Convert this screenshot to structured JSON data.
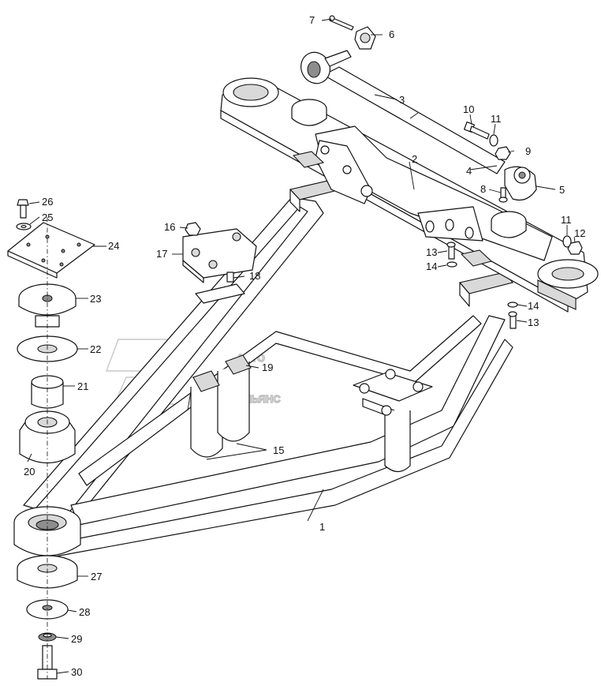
{
  "watermark": {
    "line1": "АВТО",
    "line2": "АЛЬЯНС"
  },
  "callouts": [
    {
      "id": "c1",
      "label": "1"
    },
    {
      "id": "c2",
      "label": "2"
    },
    {
      "id": "c3",
      "label": "3"
    },
    {
      "id": "c4",
      "label": "4"
    },
    {
      "id": "c5",
      "label": "5"
    },
    {
      "id": "c6",
      "label": "6"
    },
    {
      "id": "c7",
      "label": "7"
    },
    {
      "id": "c8",
      "label": "8"
    },
    {
      "id": "c9",
      "label": "9"
    },
    {
      "id": "c10",
      "label": "10"
    },
    {
      "id": "c11a",
      "label": "11"
    },
    {
      "id": "c11b",
      "label": "11"
    },
    {
      "id": "c12",
      "label": "12"
    },
    {
      "id": "c13a",
      "label": "13"
    },
    {
      "id": "c13b",
      "label": "13"
    },
    {
      "id": "c14a",
      "label": "14"
    },
    {
      "id": "c14b",
      "label": "14"
    },
    {
      "id": "c15",
      "label": "15"
    },
    {
      "id": "c16",
      "label": "16"
    },
    {
      "id": "c17",
      "label": "17"
    },
    {
      "id": "c18",
      "label": "18"
    },
    {
      "id": "c19",
      "label": "19"
    },
    {
      "id": "c20",
      "label": "20"
    },
    {
      "id": "c21",
      "label": "21"
    },
    {
      "id": "c22",
      "label": "22"
    },
    {
      "id": "c23",
      "label": "23"
    },
    {
      "id": "c24",
      "label": "24"
    },
    {
      "id": "c25",
      "label": "25"
    },
    {
      "id": "c26",
      "label": "26"
    },
    {
      "id": "c27",
      "label": "27"
    },
    {
      "id": "c28",
      "label": "28"
    },
    {
      "id": "c29",
      "label": "29"
    },
    {
      "id": "c30",
      "label": "30"
    }
  ]
}
